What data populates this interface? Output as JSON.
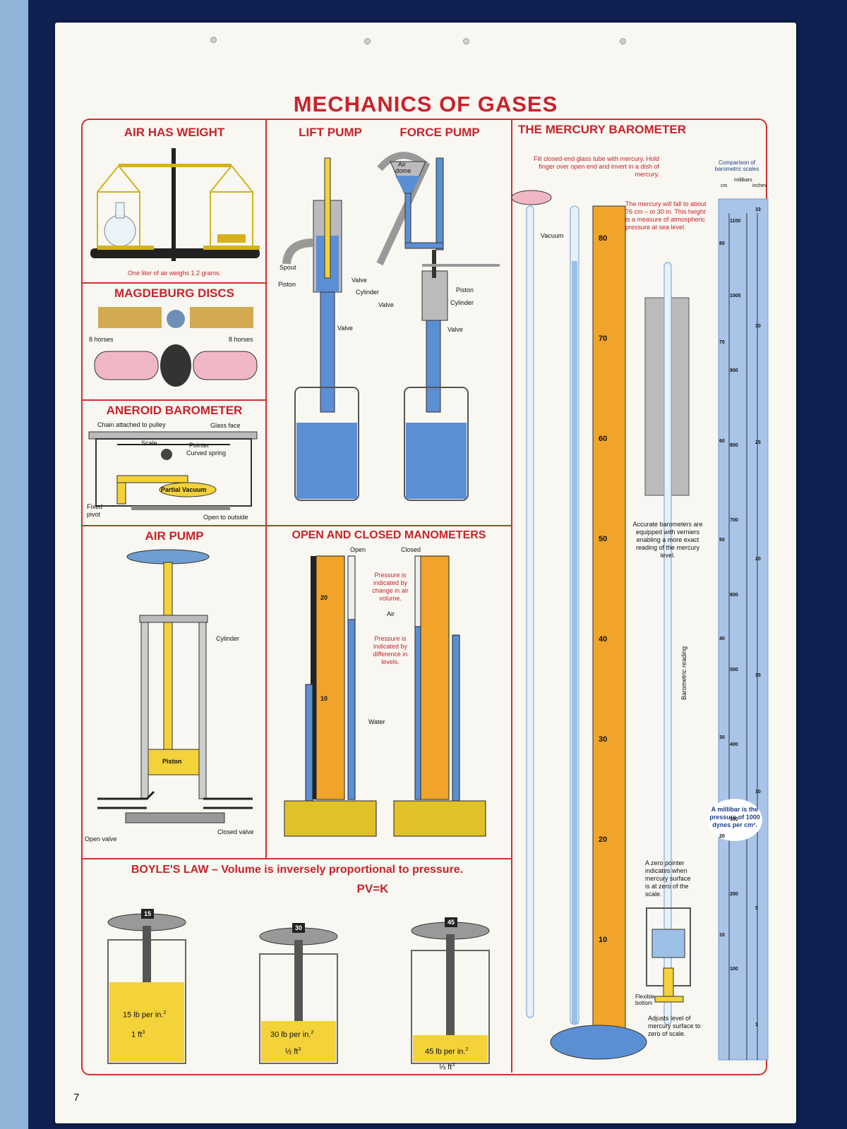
{
  "title": "MECHANICS OF GASES",
  "page_number": "7",
  "colors": {
    "red": "#c8232c",
    "water": "#5b8fd4",
    "yellow": "#f3d23a",
    "ruler": "#f0a52a",
    "paper": "#f8f7f1"
  },
  "air_weight": {
    "heading": "AIR HAS WEIGHT",
    "caption": "One liter of air weighs 1.2 grams."
  },
  "magdeburg": {
    "heading": "MAGDEBURG DISCS",
    "left": "8 horses",
    "right": "8 horses"
  },
  "aneroid": {
    "heading": "ANEROID BAROMETER",
    "chain": "Chain attached to pulley",
    "glass": "Glass face",
    "scale": "Scale",
    "pointer": "Pointer",
    "spring": "Curved spring",
    "vacuum": "Partial Vacuum",
    "fixed": "Fixed",
    "pivot": "pivot",
    "open": "Open to outside"
  },
  "pumps": {
    "lift_heading": "LIFT PUMP",
    "force_heading": "FORCE PUMP",
    "spout": "Spout",
    "piston": "Piston",
    "valve": "Valve",
    "cylinder": "Cylinder",
    "air": "Air",
    "dome": "dome"
  },
  "air_pump": {
    "heading": "AIR PUMP",
    "cylinder": "Cylinder",
    "piston": "Piston",
    "open_valve": "Open valve",
    "closed_valve": "Closed valve"
  },
  "manometers": {
    "heading": "OPEN AND CLOSED MANOMETERS",
    "open": "Open",
    "closed": "Closed",
    "note1": "Pressure is indicated by change in air volume.",
    "air": "Air",
    "note2": "Pressure is indicated by difference in levels.",
    "water": "Water",
    "marks": [
      "20",
      "10"
    ]
  },
  "boyle": {
    "heading": "BOYLE'S LAW – Volume is inversely proportional to pressure.",
    "formula": "PV=K",
    "weights": [
      "15",
      "30",
      "45"
    ],
    "pressures": [
      "15 lb per in.",
      "30 lb per in.",
      "45 lb per in."
    ],
    "pressure_sup": "2",
    "volumes": [
      "1 ft",
      "½ ft",
      "⅓ ft"
    ],
    "volume_sup": "3"
  },
  "barometer": {
    "heading": "THE MERCURY BAROMETER",
    "fill_note": "Fill closed-end glass tube with mercury. Hold finger over open end and invert in a dish of mercury.",
    "vacuum": "Vacuum",
    "fall_note": "The mercury will fall to about 76 cm – or 30 in. This height is a measure of atmospheric pressure at sea level.",
    "vernier_note": "Accurate barometers are equipped with verniers enabling a more exact reading of the mercury level.",
    "reading": "Barometric reading",
    "zero_note": "A zero pointer indicates when mercury surface is at zero of the scale.",
    "flex": "Flexible bottom",
    "adjust_note": "Adjusts level of mercury surface to zero of scale.",
    "scale_title": "Comparison of barometric scales",
    "scale_cols": [
      "cm",
      "millibars",
      "inches"
    ],
    "millibar_note": "A millibar is the pressure of 1000 dynes per cm².",
    "ruler_marks": [
      "80",
      "70",
      "60",
      "50",
      "40",
      "30",
      "20",
      "10"
    ],
    "cm_marks": [
      "80",
      "70",
      "60",
      "50",
      "40",
      "30",
      "20",
      "10"
    ],
    "mb_marks": [
      "1100",
      "1000",
      "900",
      "800",
      "700",
      "600",
      "500",
      "400",
      "300",
      "200",
      "100"
    ],
    "in_marks": [
      "33",
      "30",
      "25",
      "20",
      "15",
      "10",
      "5",
      "1"
    ]
  }
}
